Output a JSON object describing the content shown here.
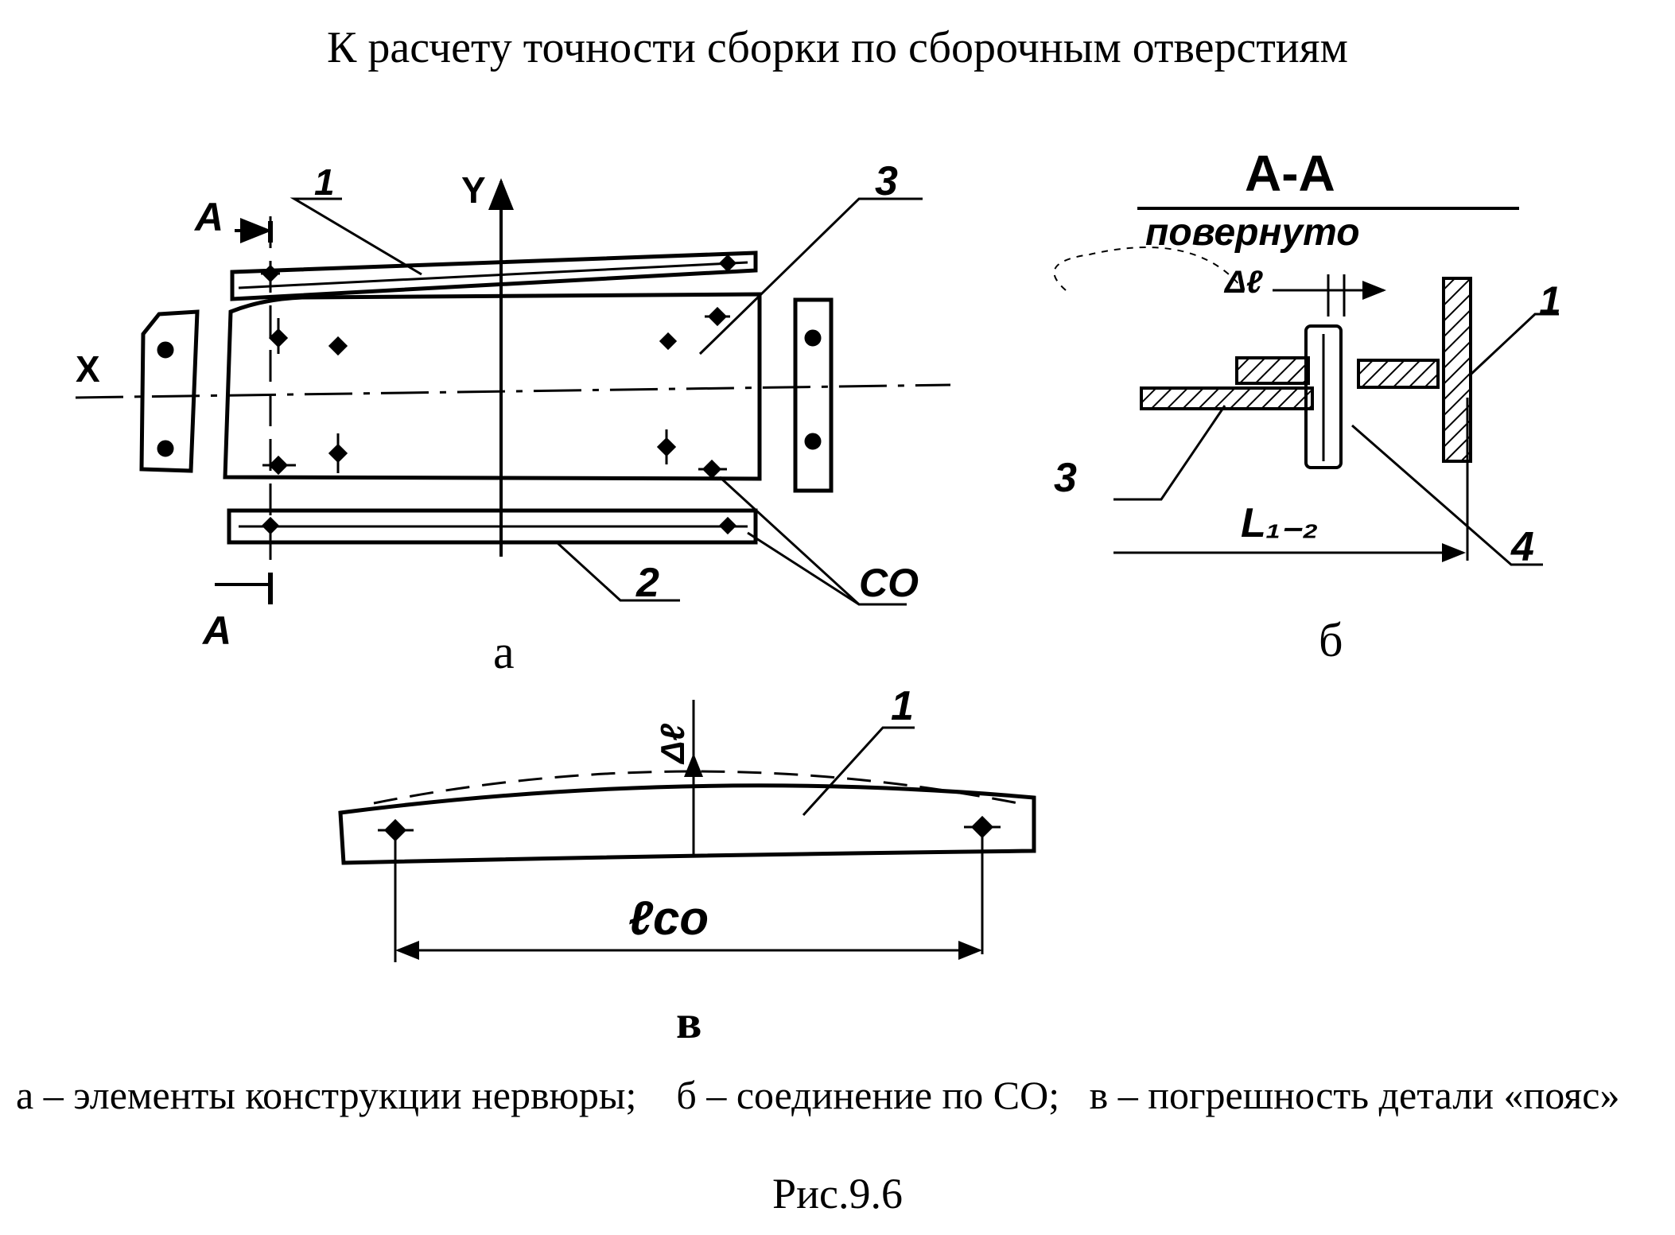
{
  "title": "К расчету точности сборки по сборочным отверстиям",
  "view_a": {
    "label": "а",
    "section_mark_top": "А",
    "section_mark_bottom": "А",
    "axis_x": "X",
    "axis_y": "Y",
    "callout_1": "1",
    "callout_2": "2",
    "callout_3": "3",
    "callout_co": "СО"
  },
  "view_b": {
    "label": "б",
    "section_title": "А-А",
    "section_note": "повернуто",
    "delta_label": "Δℓ",
    "dim_label": "L₁₋₂",
    "callout_1": "1",
    "callout_3": "3",
    "callout_4": "4"
  },
  "view_v": {
    "label": "в",
    "delta_label": "Δℓ",
    "callout_1": "1",
    "dim_label": "ℓсо"
  },
  "caption": {
    "part1": "а – элементы конструкции нервюры;",
    "part2": "б – соединение по СО;",
    "part3": "в – погрешность детали «пояс»"
  },
  "figure_number": "Рис.9.6"
}
